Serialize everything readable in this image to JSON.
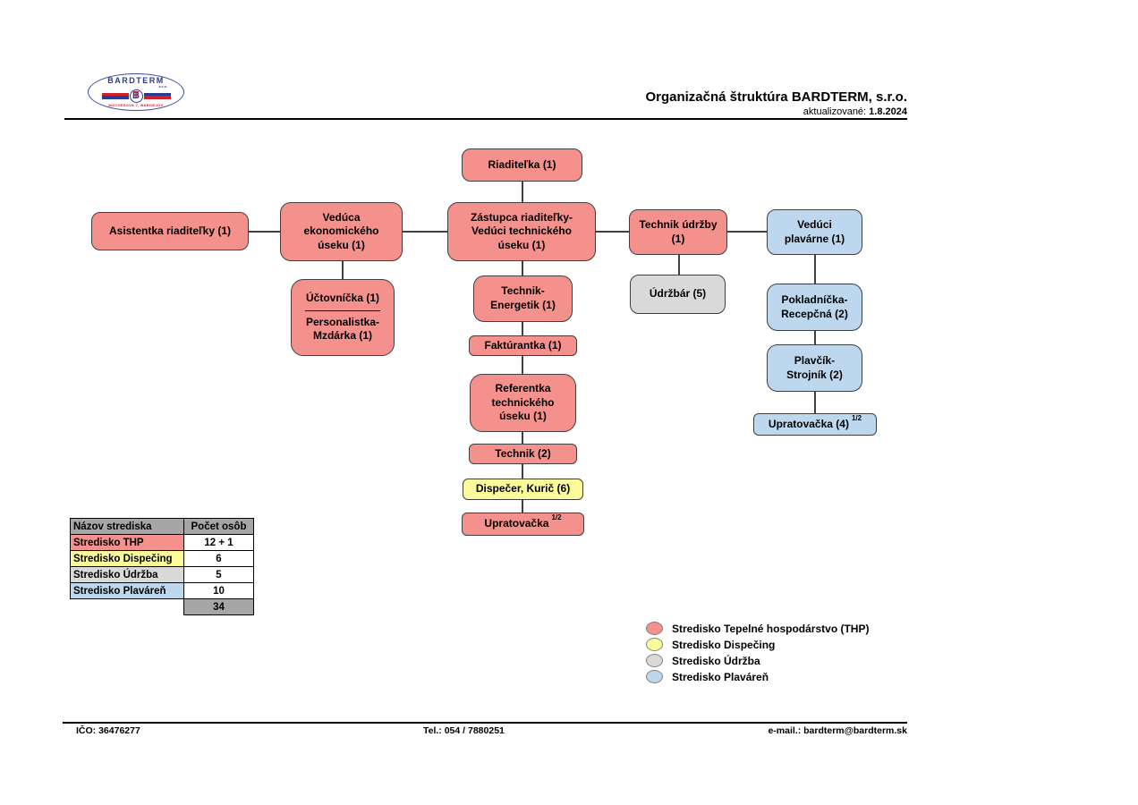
{
  "header": {
    "title": "Organizačná štruktúra BARDTERM, s.r.o.",
    "updated_label": "aktualizované:",
    "updated_date": "1.8.2024"
  },
  "logo": {
    "name": "BARDTERM",
    "suffix": "s.r.o.",
    "monogram_b": "B",
    "monogram_t": "T",
    "address": "MOYZESOVA 7, BARDEJOV"
  },
  "colors": {
    "thp": "#F5918C",
    "dispecing": "#FBFB9B",
    "udrzba": "#D9D9D9",
    "plavaren": "#BDD7EE",
    "header_gray": "#A6A6A6",
    "white": "#FFFFFF"
  },
  "org": {
    "nodes": {
      "riaditelka": {
        "label": "Riaditeľka (1)"
      },
      "asistentka": {
        "label": "Asistentka riaditeľky (1)"
      },
      "veduca_ekonomickeho": {
        "label": "Vedúca\nekonomického\núseku (1)"
      },
      "zastupca": {
        "label": "Zástupca riaditeľky-\nVedúci technického\núseku (1)"
      },
      "technik_udrzby": {
        "label": "Technik údržby\n(1)"
      },
      "veduci_plavarne": {
        "label": "Vedúci\nplavárne (1)"
      },
      "uctovnicka": {
        "label_top": "Účtovníčka (1)",
        "label_bottom": "Personalistka-\nMzdárka (1)"
      },
      "technik_energetik": {
        "label": "Technik-\nEnergetik (1)"
      },
      "fakturantka": {
        "label": "Faktúrantka (1)"
      },
      "referentka": {
        "label": "Referentka\ntechnického\núseku (1)"
      },
      "technik2": {
        "label": "Technik (2)"
      },
      "dispecer": {
        "label": "Dispečer, Kurič (6)"
      },
      "upratovacka_thp": {
        "label": "Upratovačka",
        "sup": "1/2"
      },
      "udrzbar": {
        "label": "Údržbár (5)"
      },
      "pokladnicka": {
        "label": "Pokladníčka-\nRecepčná (2)"
      },
      "plavcik": {
        "label": "Plavčík-\nStrojník (2)"
      },
      "upratovacka_plavaren": {
        "label": "Upratovačka (4)",
        "sup": "1/2"
      }
    }
  },
  "table": {
    "headers": [
      "Názov strediska",
      "Počet osôb"
    ],
    "rows": [
      {
        "name": "Stredisko THP",
        "count": "12 + 1"
      },
      {
        "name": "Stredisko Dispečing",
        "count": "6"
      },
      {
        "name": "Stredisko Údržba",
        "count": "5"
      },
      {
        "name": "Stredisko Plaváreň",
        "count": "10"
      }
    ],
    "total": "34"
  },
  "legend": {
    "items": [
      {
        "label": "Stredisko Tepelné hospodárstvo (THP)"
      },
      {
        "label": "Stredisko Dispečing"
      },
      {
        "label": "Stredisko Údržba"
      },
      {
        "label": "Stredisko Plaváreň"
      }
    ]
  },
  "footer": {
    "ico": "IČO: 36476277",
    "tel": "Tel.: 054 / 7880251",
    "email": "e-mail.: bardterm@bardterm.sk"
  }
}
